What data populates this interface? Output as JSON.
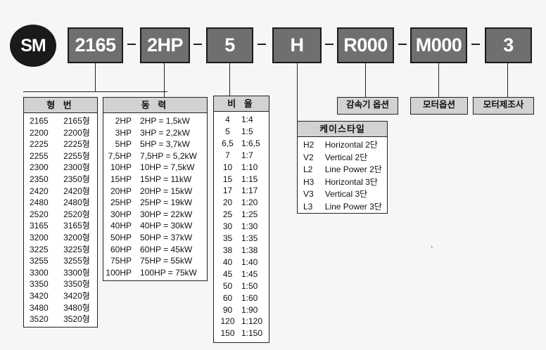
{
  "header": {
    "badge": "SM",
    "codes": [
      "2165",
      "2HP",
      "5",
      "H",
      "R000",
      "M000",
      "3"
    ]
  },
  "model_table": {
    "title": "형 번",
    "rows": [
      [
        "2165",
        "2165형"
      ],
      [
        "2200",
        "2200형"
      ],
      [
        "2225",
        "2225형"
      ],
      [
        "2255",
        "2255형"
      ],
      [
        "2300",
        "2300형"
      ],
      [
        "2350",
        "2350형"
      ],
      [
        "2420",
        "2420형"
      ],
      [
        "2480",
        "2480형"
      ],
      [
        "2520",
        "2520형"
      ],
      [
        "3165",
        "3165형"
      ],
      [
        "3200",
        "3200형"
      ],
      [
        "3225",
        "3225형"
      ],
      [
        "3255",
        "3255형"
      ],
      [
        "3300",
        "3300형"
      ],
      [
        "3350",
        "3350형"
      ],
      [
        "3420",
        "3420형"
      ],
      [
        "3480",
        "3480형"
      ],
      [
        "3520",
        "3520형"
      ]
    ]
  },
  "power_table": {
    "title": "동 력",
    "rows": [
      [
        "2HP",
        "2HP = 1,5kW"
      ],
      [
        "3HP",
        "3HP = 2,2kW"
      ],
      [
        "5HP",
        "5HP = 3,7kW"
      ],
      [
        "7,5HP",
        "7,5HP = 5,2kW"
      ],
      [
        "10HP",
        "10HP = 7,5kW"
      ],
      [
        "15HP",
        "15HP = 11kW"
      ],
      [
        "20HP",
        "20HP = 15kW"
      ],
      [
        "25HP",
        "25HP = 19kW"
      ],
      [
        "30HP",
        "30HP = 22kW"
      ],
      [
        "40HP",
        "40HP = 30kW"
      ],
      [
        "50HP",
        "50HP = 37kW"
      ],
      [
        "60HP",
        "60HP = 45kW"
      ],
      [
        "75HP",
        "75HP = 55kW"
      ],
      [
        "100HP",
        "100HP = 75kW"
      ]
    ]
  },
  "ratio_table": {
    "title": "비 율",
    "rows": [
      [
        "4",
        "1:4"
      ],
      [
        "5",
        "1:5"
      ],
      [
        "6,5",
        "1:6,5"
      ],
      [
        "7",
        "1:7"
      ],
      [
        "10",
        "1:10"
      ],
      [
        "15",
        "1:15"
      ],
      [
        "17",
        "1:17"
      ],
      [
        "20",
        "1:20"
      ],
      [
        "25",
        "1:25"
      ],
      [
        "30",
        "1:30"
      ],
      [
        "35",
        "1:35"
      ],
      [
        "38",
        "1:38"
      ],
      [
        "40",
        "1:40"
      ],
      [
        "45",
        "1:45"
      ],
      [
        "50",
        "1:50"
      ],
      [
        "60",
        "1:60"
      ],
      [
        "90",
        "1:90"
      ],
      [
        "120",
        "1:120"
      ],
      [
        "150",
        "1:150"
      ]
    ]
  },
  "case_table": {
    "title": "케이스타일",
    "rows": [
      [
        "H2",
        "Horizontal 2단"
      ],
      [
        "V2",
        "Vertical 2단"
      ],
      [
        "L2",
        "Line Power 2단"
      ],
      [
        "H3",
        "Horizontal 3단"
      ],
      [
        "V3",
        "Vertical 3단"
      ],
      [
        "L3",
        "Line Power 3단"
      ]
    ]
  },
  "options": {
    "reducer": "감속기 옵션",
    "motor": "모터옵션",
    "maker": "모터제조사"
  },
  "stray_mark": "`"
}
